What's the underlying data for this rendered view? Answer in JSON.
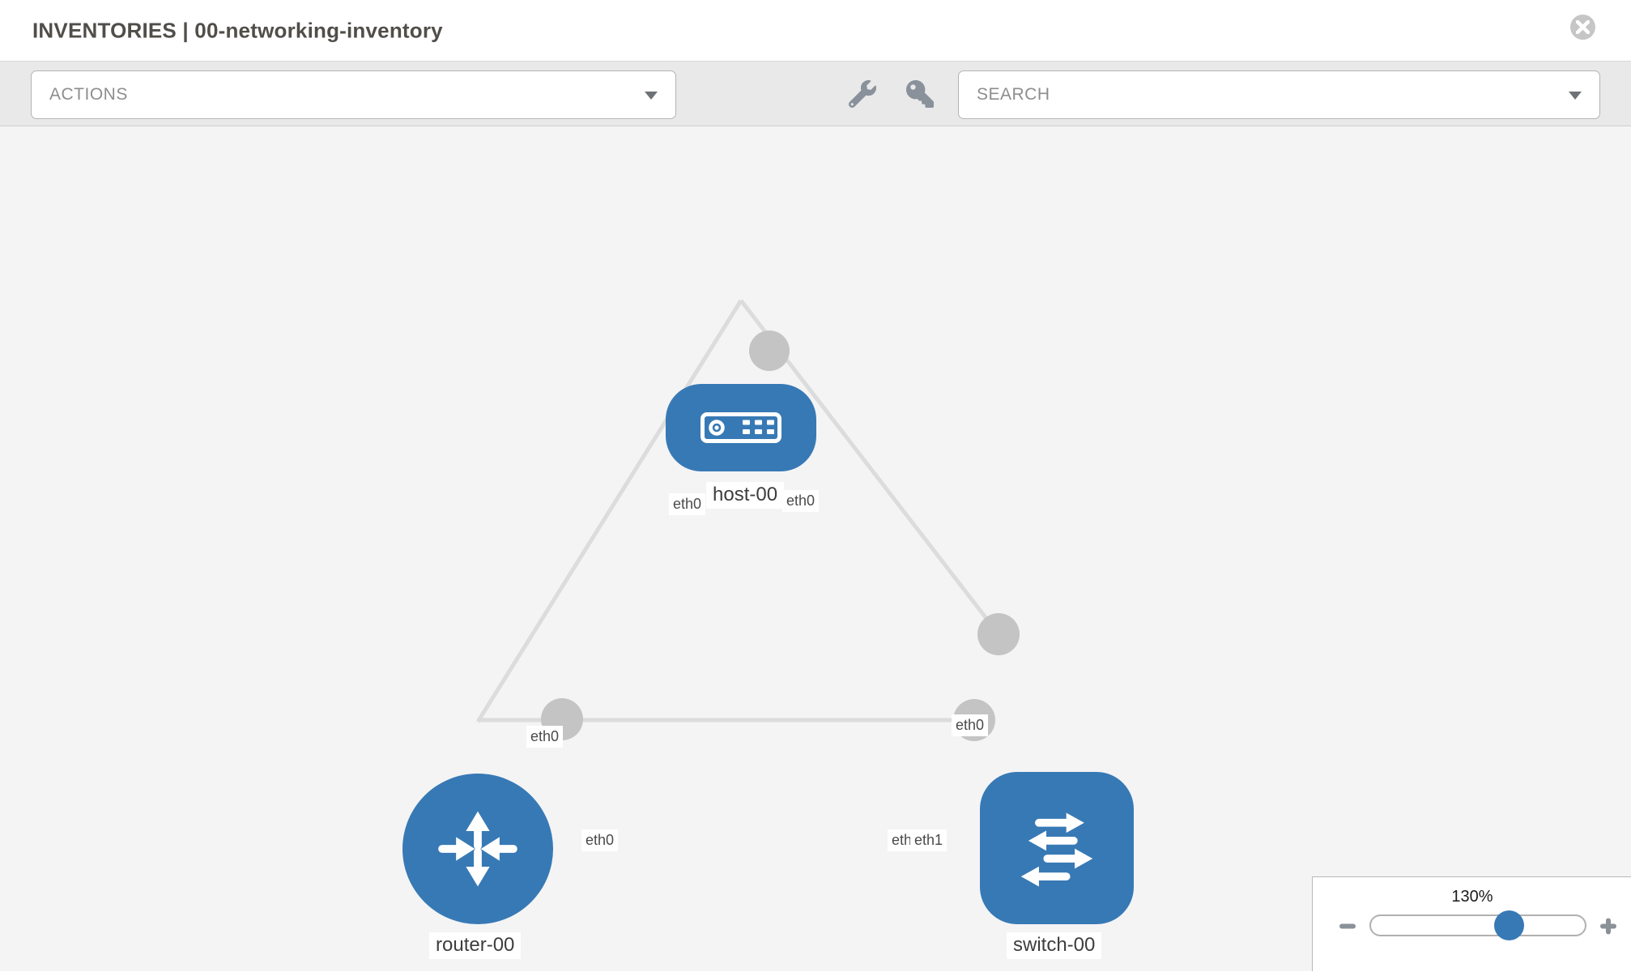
{
  "header": {
    "title": "INVENTORIES | 00-networking-inventory"
  },
  "toolbar": {
    "actions_label": "ACTIONS",
    "search_placeholder": "SEARCH",
    "icons": [
      "wrench-icon",
      "key-icon"
    ]
  },
  "topology": {
    "nodes": [
      {
        "id": "host-00",
        "type": "host",
        "label": "host-00"
      },
      {
        "id": "router-00",
        "type": "router",
        "label": "router-00"
      },
      {
        "id": "switch-00",
        "type": "switch",
        "label": "switch-00"
      }
    ],
    "links": [
      {
        "source": "host-00",
        "source_interface": "eth0",
        "target": "router-00",
        "target_interface": "eth0"
      },
      {
        "source": "host-00",
        "source_interface": "eth0",
        "target": "switch-00",
        "target_interface": "eth0"
      },
      {
        "source": "router-00",
        "source_interface": "eth0",
        "target": "switch-00",
        "target_interface": "eth1"
      }
    ],
    "labels": {
      "host": "host-00",
      "router": "router-00",
      "switch": "switch-00",
      "host_left_iface": "eth0",
      "host_right_iface": "eth0",
      "router_top_iface": "eth0",
      "router_right_iface": "eth0",
      "switch_top_iface": "eth0",
      "switch_left_iface_back": "eth0",
      "switch_left_iface_front": "eth1"
    }
  },
  "zoom": {
    "level": "130%",
    "controls": [
      "zoom-out",
      "slider",
      "zoom-in"
    ]
  },
  "colors": {
    "node_fill": "#3779b5",
    "link_stroke": "#dcdcdc",
    "port_fill": "#c4c4c4",
    "canvas_bg": "#f4f4f5",
    "toolbar_bg": "#e9e9e9",
    "slider_handle": "#3779b5",
    "close_button": "#c6c6c6",
    "icon_gray": "#89919b"
  }
}
